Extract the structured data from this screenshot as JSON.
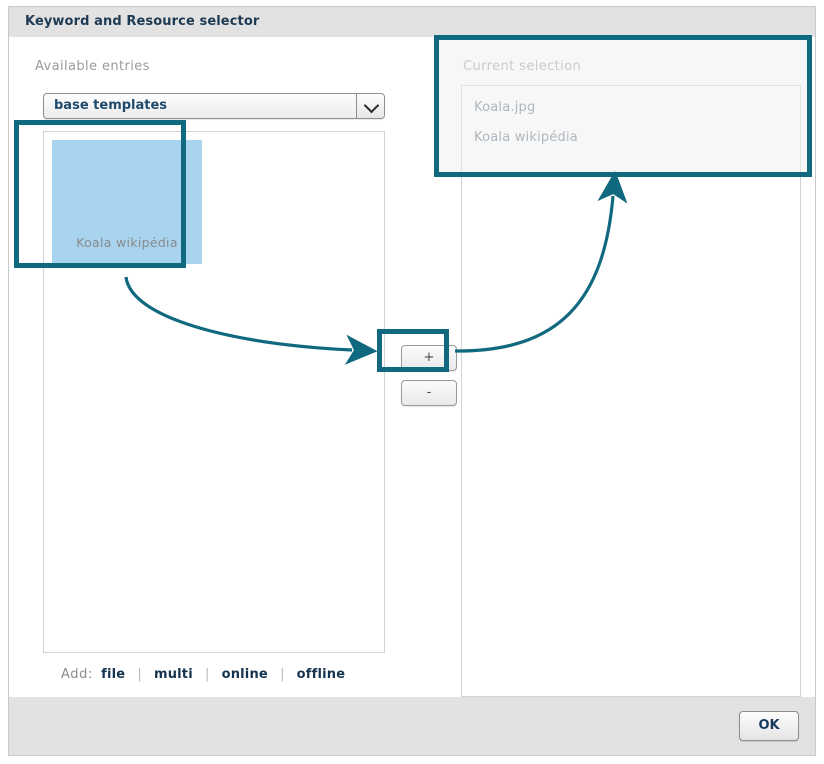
{
  "window": {
    "title": "Keyword and Resource selector"
  },
  "left_panel": {
    "label": "Available entries",
    "select": {
      "value": "base templates",
      "icon": "chevron-down-icon"
    },
    "entries": [
      {
        "caption": "Koala wikipédia",
        "selected": true
      }
    ],
    "add_row": {
      "label": "Add:",
      "separator": "|",
      "links": [
        "file",
        "multi",
        "online",
        "offline"
      ]
    }
  },
  "middle_controls": {
    "add_button": "+",
    "remove_button": "-"
  },
  "right_panel": {
    "label": "Current selection",
    "items": [
      "Koala.jpg",
      "Koala wikipédia"
    ]
  },
  "footer": {
    "ok_label": "OK"
  },
  "annotations": {
    "color": "#10697f",
    "highlight_boxes": [
      "available-entry-thumbnail",
      "add-button",
      "current-selection-list"
    ],
    "arrows": [
      "thumbnail-to-add-button",
      "add-button-to-current-selection"
    ]
  },
  "colors": {
    "accent_teal": "#10697f",
    "thumbnail_blue": "#a8d4f0",
    "chrome_gray": "#e2e2e2",
    "title_navy": "#1f3b54"
  }
}
